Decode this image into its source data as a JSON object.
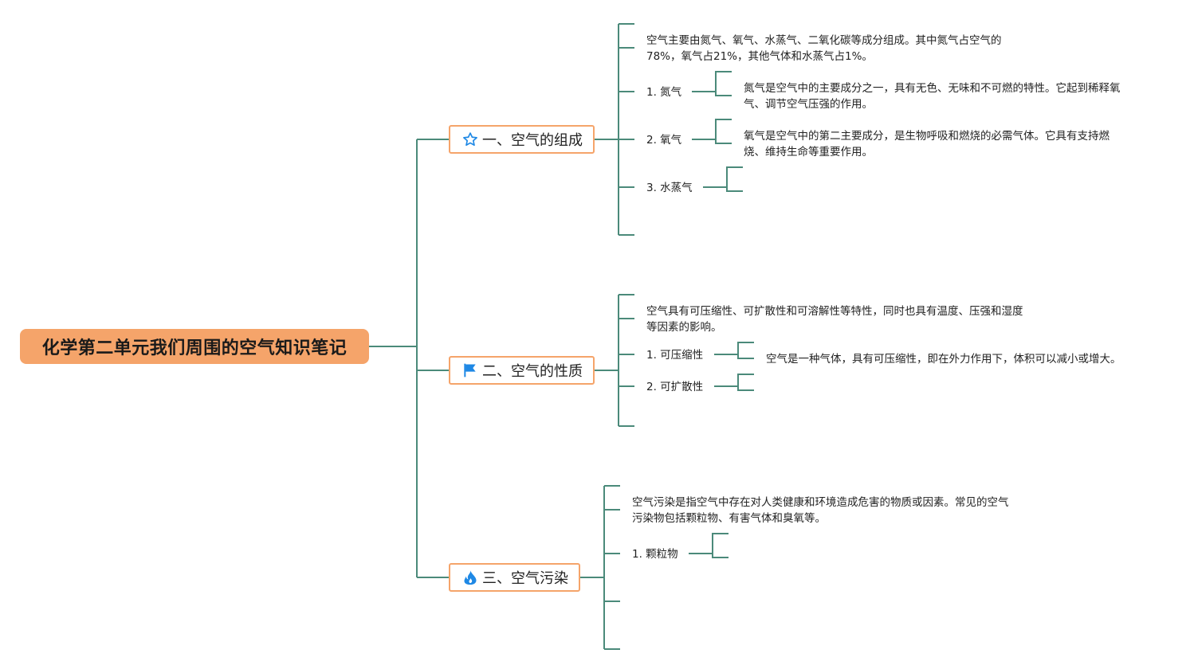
{
  "root": {
    "title": "化学第二单元我们周围的空气知识笔记"
  },
  "colors": {
    "root_fill": "#f5a46a",
    "branch_border": "#f5a46a",
    "connector": "#4b8a7a",
    "icon": "#1e88e5"
  },
  "branches": [
    {
      "title": "一、空气的组成",
      "icon": "star-outline-icon",
      "summary": [
        "空气主要由氮气、氧气、水蒸气、二氧化碳等成分组成。其中氮气占空气的",
        "78%，氧气占21%，其他气体和水蒸气占1%。"
      ],
      "items": [
        {
          "label": "1. 氮气",
          "detail": [
            "氮气是空气中的主要成分之一，具有无色、无味和不可燃的特性。它起到稀释氧",
            "气、调节空气压强的作用。"
          ]
        },
        {
          "label": "2. 氧气",
          "detail": [
            "氧气是空气中的第二主要成分，是生物呼吸和燃烧的必需气体。它具有支持燃",
            "烧、维持生命等重要作用。"
          ]
        },
        {
          "label": "3. 水蒸气",
          "detail": []
        }
      ]
    },
    {
      "title": "二、空气的性质",
      "icon": "flag-icon",
      "summary": [
        "空气具有可压缩性、可扩散性和可溶解性等特性，同时也具有温度、压强和湿度",
        "等因素的影响。"
      ],
      "items": [
        {
          "label": "1. 可压缩性",
          "detail": [
            "空气是一种气体，具有可压缩性，即在外力作用下，体积可以减小或增大。"
          ]
        },
        {
          "label": "2. 可扩散性",
          "detail": []
        }
      ]
    },
    {
      "title": "三、空气污染",
      "icon": "flame-icon",
      "summary": [
        "空气污染是指空气中存在对人类健康和环境造成危害的物质或因素。常见的空气",
        "污染物包括颗粒物、有害气体和臭氧等。"
      ],
      "items": [
        {
          "label": "1. 颗粒物",
          "detail": []
        }
      ]
    }
  ]
}
